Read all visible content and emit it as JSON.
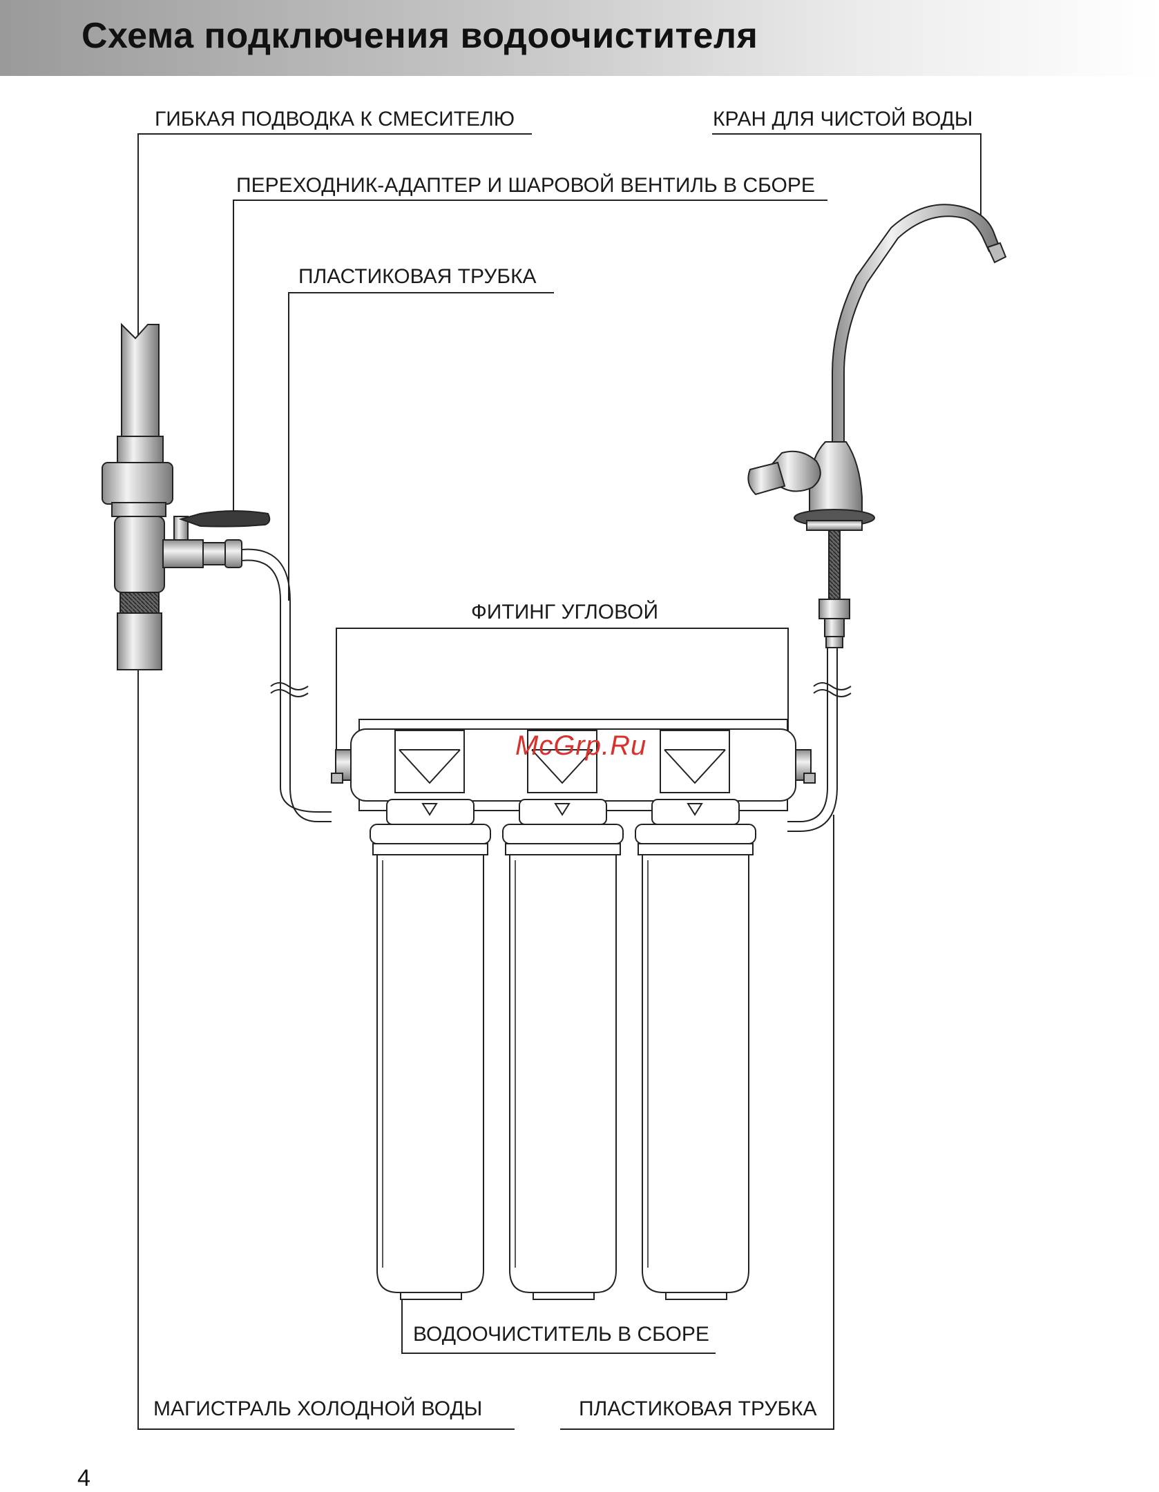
{
  "header": {
    "title": "Схема подключения водоочистителя"
  },
  "labels": {
    "flex_hose": "ГИБКАЯ ПОДВОДКА К СМЕСИТЕЛЮ",
    "adapter_valve": "ПЕРЕХОДНИК-АДАПТЕР И ШАРОВОЙ ВЕНТИЛЬ В СБОРЕ",
    "plastic_tube_top": "ПЛАСТИКОВАЯ ТРУБКА",
    "clean_water_tap": "КРАН ДЛЯ ЧИСТОЙ ВОДЫ",
    "angle_fitting": "ФИТИНГ УГЛОВОЙ",
    "purifier_assembly": "ВОДООЧИСТИТЕЛЬ В СБОРЕ",
    "cold_water_main": "МАГИСТРАЛЬ ХОЛОДНОЙ ВОДЫ",
    "plastic_tube_bottom": "ПЛАСТИКОВАЯ ТРУБКА"
  },
  "watermark": "McGrp.Ru",
  "page_number": "4"
}
